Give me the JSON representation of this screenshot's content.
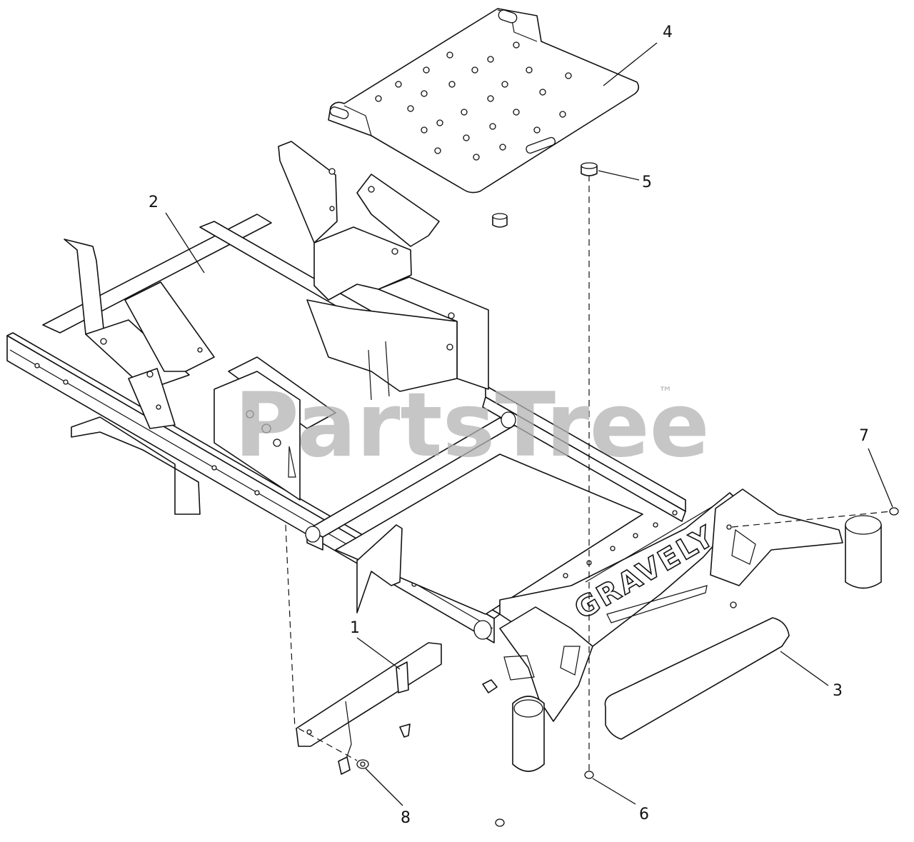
{
  "diagram": {
    "watermark": "PartsTree",
    "watermark_mark": "™",
    "frame_brand": "GRAVELY",
    "callouts": [
      "1",
      "2",
      "3",
      "4",
      "5",
      "6",
      "7",
      "8"
    ]
  }
}
